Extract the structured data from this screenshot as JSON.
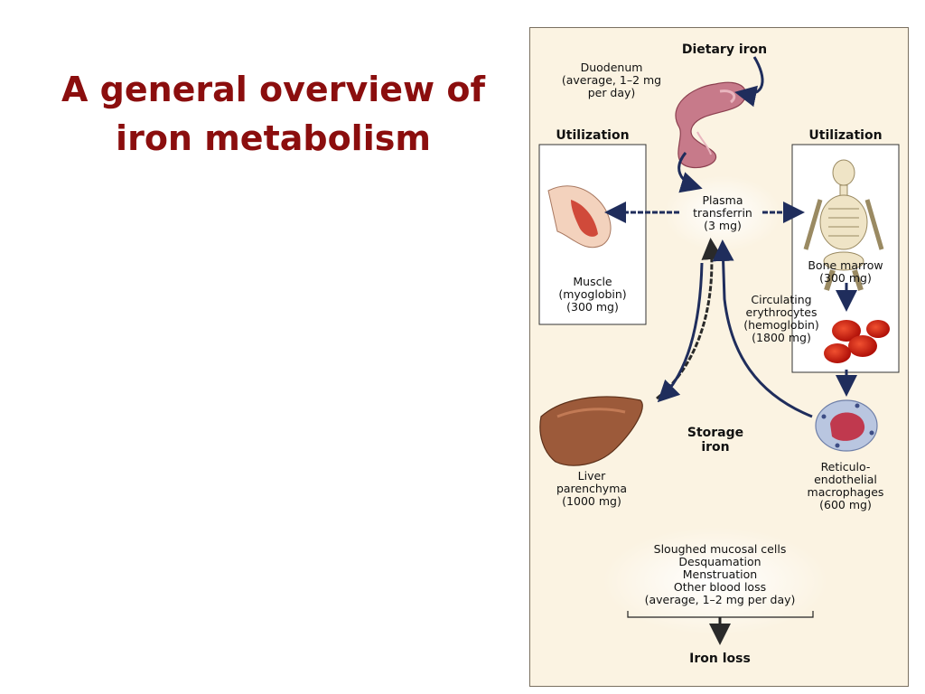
{
  "slide": {
    "title_line1": "A general overview of",
    "title_line2": "iron metabolism"
  },
  "figure": {
    "dietary_iron": "Dietary iron",
    "duodenum": [
      "Duodenum",
      "(average, 1–2 mg",
      "per day)"
    ],
    "utilization_left": "Utilization",
    "utilization_right": "Utilization",
    "plasma": [
      "Plasma",
      "transferrin",
      "(3 mg)"
    ],
    "muscle": [
      "Muscle",
      "(myoglobin)",
      "(300 mg)"
    ],
    "bone_marrow": [
      "Bone marrow",
      "(300 mg)"
    ],
    "erythrocytes": [
      "Circulating",
      "erythrocytes",
      "(hemoglobin)",
      "(1800 mg)"
    ],
    "storage": [
      "Storage",
      "iron"
    ],
    "liver": [
      "Liver",
      "parenchyma",
      "(1000 mg)"
    ],
    "macrophages": [
      "Reticulo-",
      "endothelial",
      "macrophages",
      "(600 mg)"
    ],
    "losses": [
      "Sloughed mucosal cells",
      "Desquamation",
      "Menstruation",
      "Other blood loss",
      "(average, 1–2 mg per day)"
    ],
    "iron_loss": "Iron loss"
  },
  "colors": {
    "title": "#8b0e0e",
    "arrow": "#1f2d5c",
    "background": "#fbf3e2"
  }
}
